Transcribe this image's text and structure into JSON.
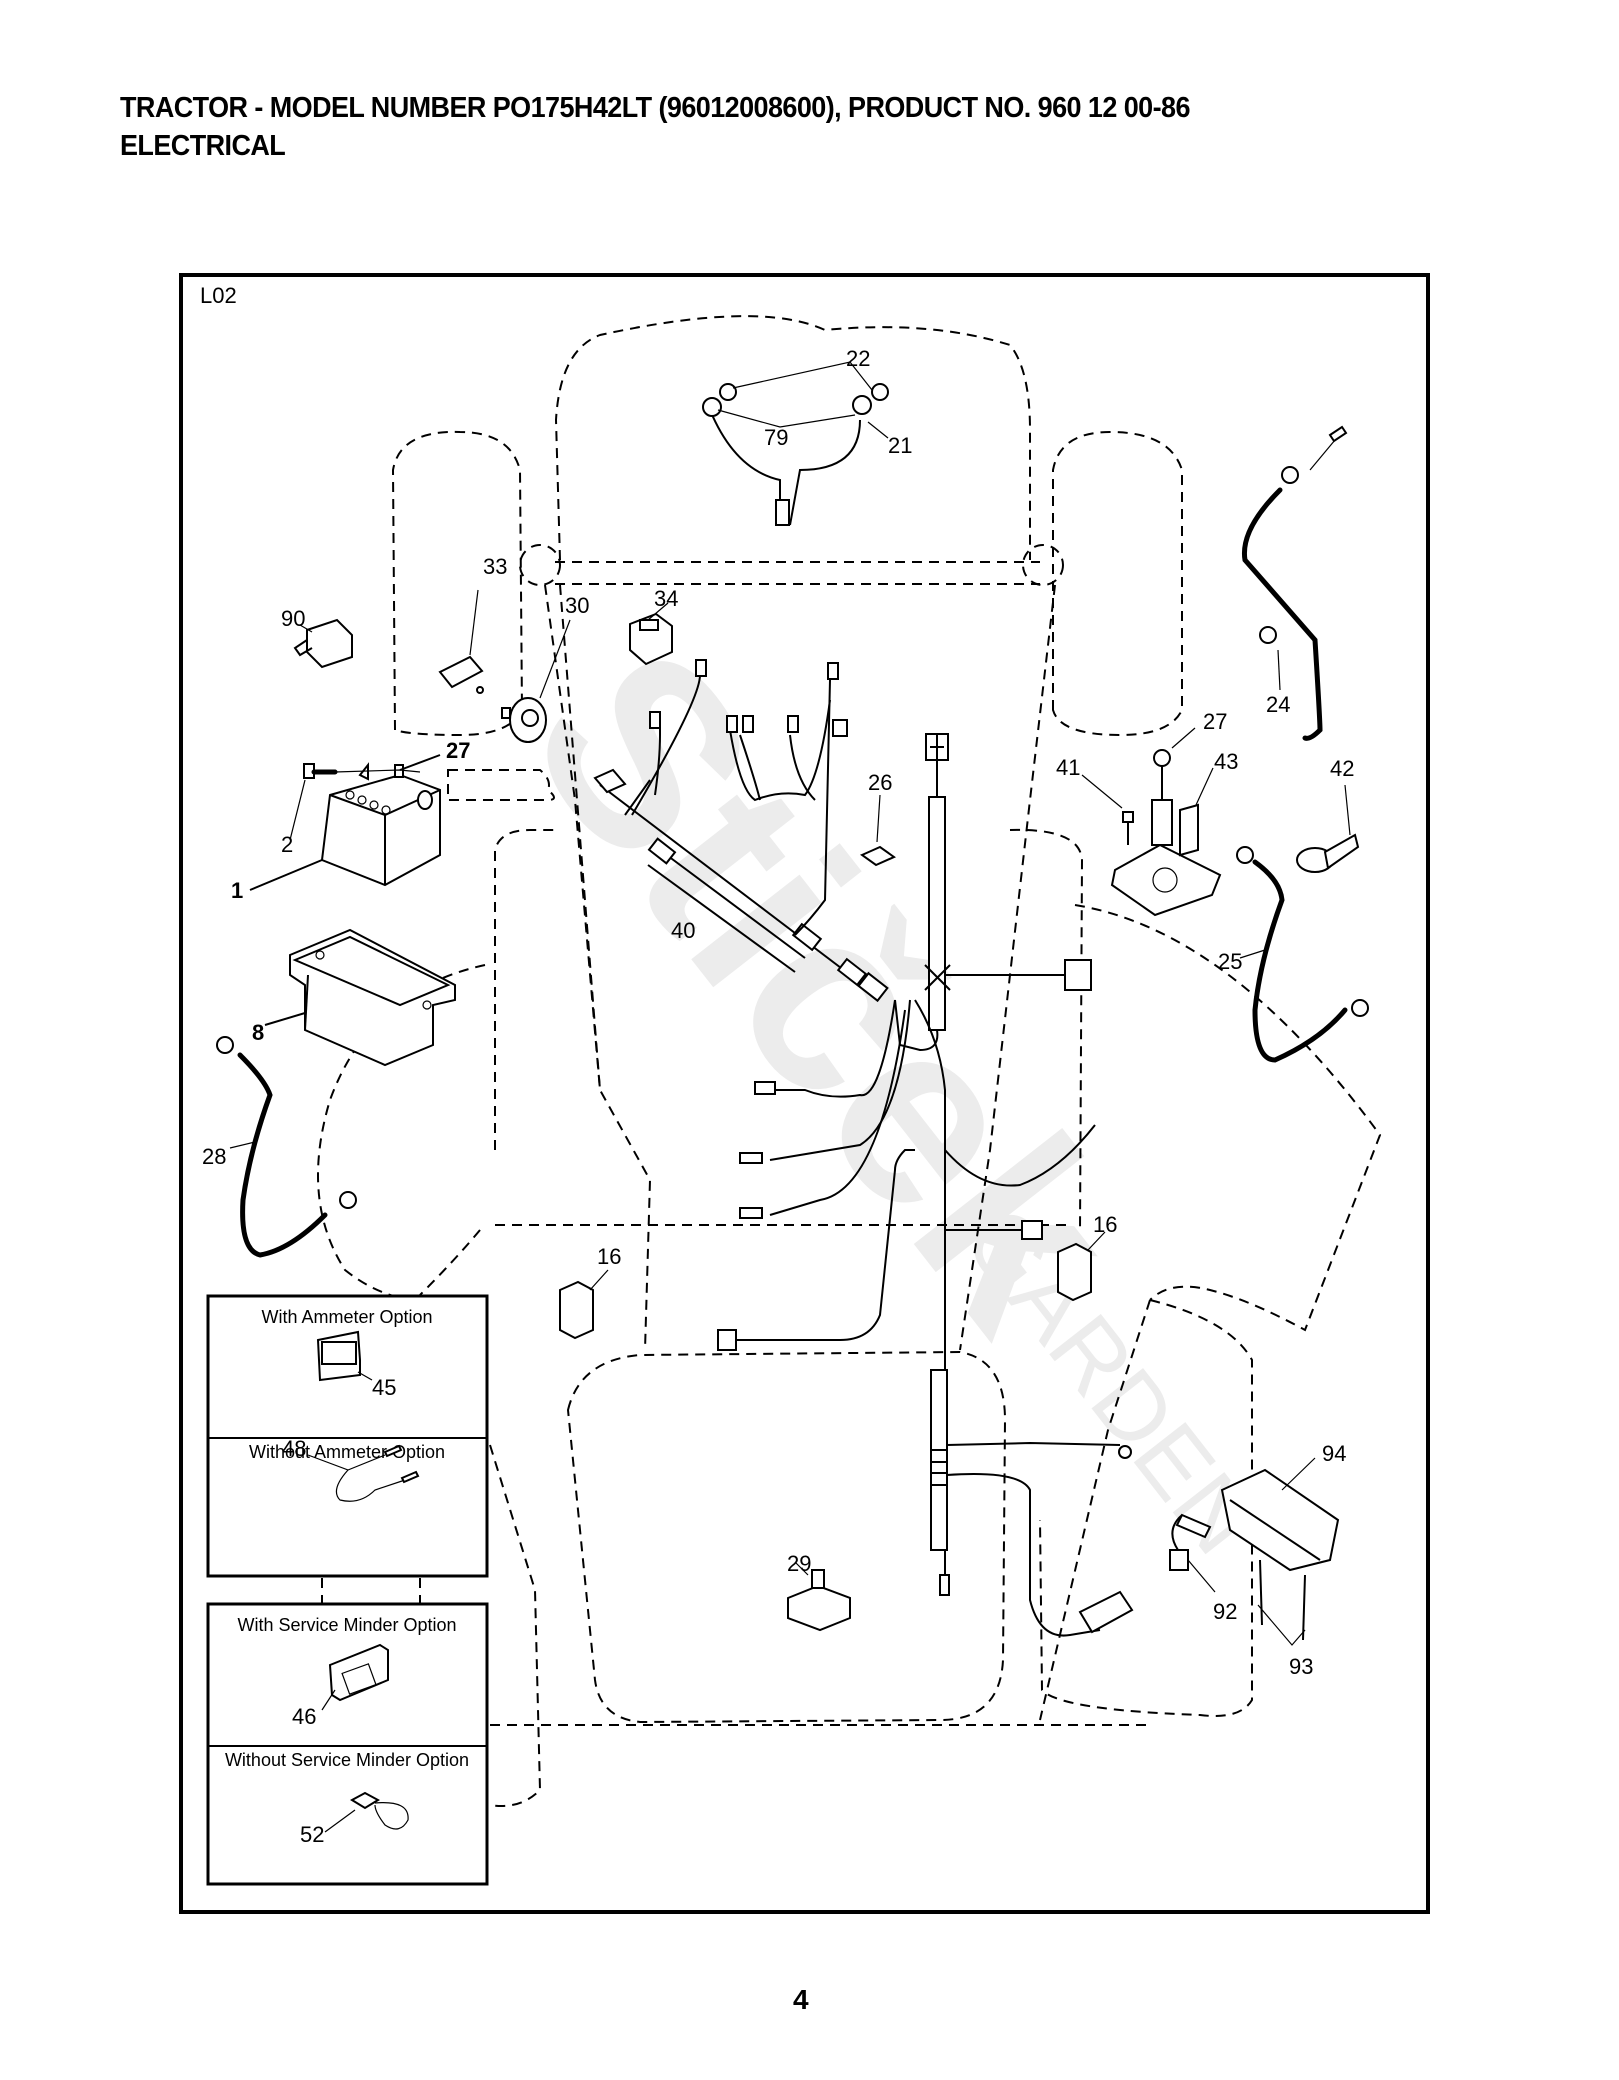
{
  "header": {
    "title_line1": "TRACTOR  - MODEL NUMBER  PO175H42LT (96012008600), PRODUCT NO. 960 12 00-86",
    "title_line2": "ELECTRICAL"
  },
  "diagram": {
    "code": "L02",
    "watermark": {
      "brand": "Stiček",
      "sub": "GARDEN"
    },
    "callouts": [
      {
        "id": "c22",
        "text": "22"
      },
      {
        "id": "c79",
        "text": "79"
      },
      {
        "id": "c21",
        "text": "21"
      },
      {
        "id": "c33",
        "text": "33"
      },
      {
        "id": "c30",
        "text": "30"
      },
      {
        "id": "c34",
        "text": "34"
      },
      {
        "id": "c90",
        "text": "90"
      },
      {
        "id": "c27a",
        "text": "27"
      },
      {
        "id": "c2",
        "text": "2"
      },
      {
        "id": "c1",
        "text": "1"
      },
      {
        "id": "c26",
        "text": "26"
      },
      {
        "id": "c40",
        "text": "40"
      },
      {
        "id": "c24",
        "text": "24"
      },
      {
        "id": "c27b",
        "text": "27"
      },
      {
        "id": "c41",
        "text": "41"
      },
      {
        "id": "c43",
        "text": "43"
      },
      {
        "id": "c42",
        "text": "42"
      },
      {
        "id": "c25",
        "text": "25"
      },
      {
        "id": "c8",
        "text": "8"
      },
      {
        "id": "c28",
        "text": "28"
      },
      {
        "id": "c16a",
        "text": "16"
      },
      {
        "id": "c16b",
        "text": "16"
      },
      {
        "id": "c94",
        "text": "94"
      },
      {
        "id": "c92",
        "text": "92"
      },
      {
        "id": "c93",
        "text": "93"
      },
      {
        "id": "c29",
        "text": "29"
      }
    ],
    "options": {
      "ammeter": {
        "with_label": "With Ammeter Option",
        "with_part": "45",
        "without_label": "Without Ammeter Option",
        "without_part": "48"
      },
      "service_minder": {
        "with_label": "With Service Minder Option",
        "with_part": "46",
        "without_label": "Without Service Minder Option",
        "without_part": "52"
      }
    }
  },
  "footer": {
    "page_number": "4"
  }
}
